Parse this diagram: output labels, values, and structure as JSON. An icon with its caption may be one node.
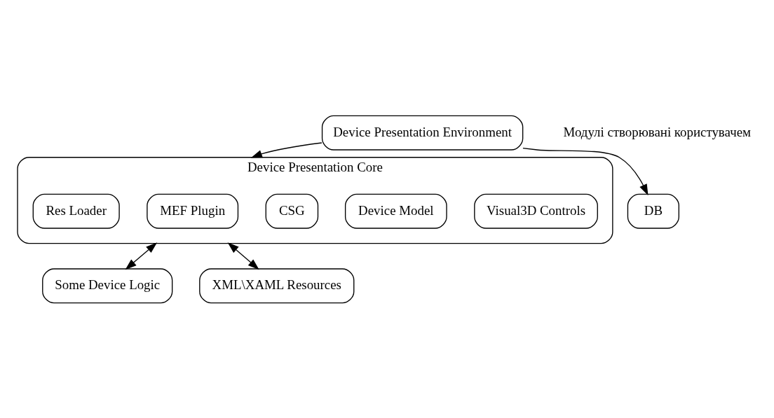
{
  "diagram": {
    "nodes": [
      {
        "text": [
          "Device Presentation Core"
        ]
      },
      {
        "text": [
          "Visual3D Controls"
        ],
        "in": 0
      },
      {
        "text": [
          "Device Model"
        ],
        "in": 0
      },
      {
        "text": [
          "CSG"
        ],
        "in": 0
      },
      {
        "text": [
          "MEF Plugin"
        ],
        "in": 0
      },
      {
        "text": [
          "Res Loader"
        ],
        "in": 0
      },
      {
        "text": [
          "Device Presentation Environment"
        ]
      },
      {
        "text": [
          "DB"
        ]
      },
      {
        "text": [
          "Some Device Logic"
        ]
      },
      {
        "text": [
          "XML\\XAML Resources"
        ]
      }
    ],
    "edges": [
      {
        "from": 6,
        "to": 0,
        "arrow": "to"
      },
      {
        "from": 6,
        "to": 7,
        "arrow": "to"
      },
      {
        "from": 0,
        "to": 8,
        "arrow": "both"
      },
      {
        "from": 0,
        "to": 9,
        "arrow": "both"
      }
    ],
    "labels": [
      "Модулі створювані користувачем"
    ]
  }
}
